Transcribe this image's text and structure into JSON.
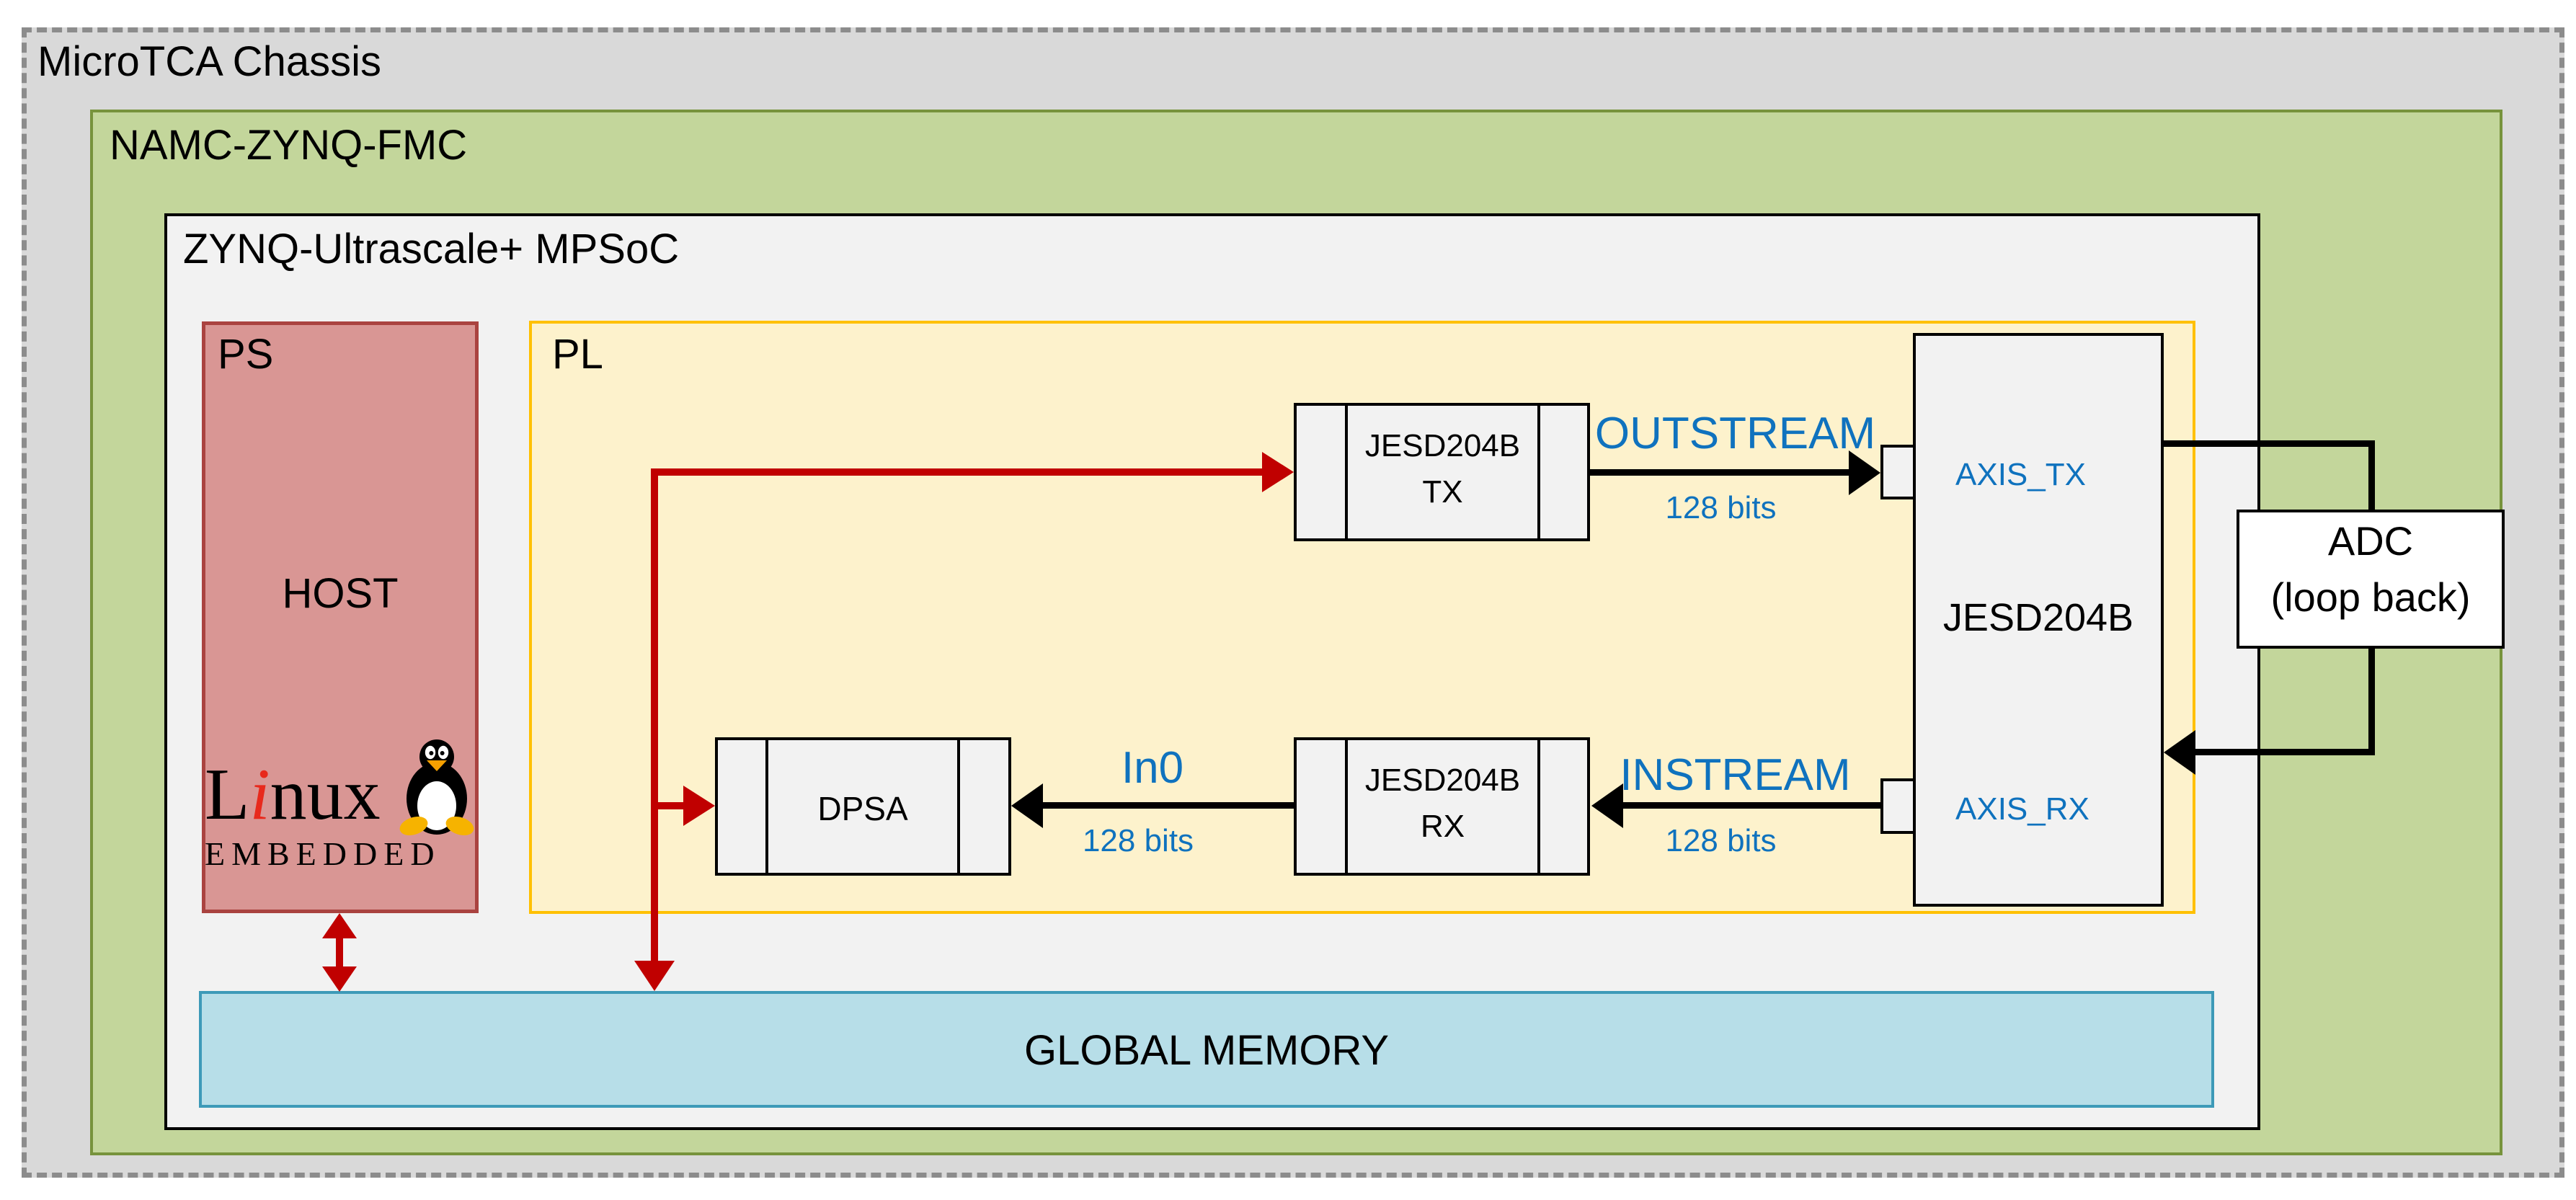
{
  "diagram": {
    "chassis": {
      "label": "MicroTCA Chassis"
    },
    "board": {
      "label": "NAMC-ZYNQ-FMC"
    },
    "soc": {
      "label": "ZYNQ-Ultrascale+ MPSoC"
    },
    "ps": {
      "label": "PS",
      "host_label": "HOST",
      "linux_logo": {
        "letter_l": "L",
        "letter_i": "i",
        "letters_rest": "nux",
        "subtitle": "EMBEDDED"
      }
    },
    "pl": {
      "label": "PL"
    },
    "blocks": {
      "jesd_tx": {
        "line1": "JESD204B",
        "line2": "TX"
      },
      "jesd_rx": {
        "line1": "JESD204B",
        "line2": "RX"
      },
      "dpsa": {
        "label": "DPSA"
      },
      "jesd_core": {
        "label": "JESD204B",
        "port_tx": "AXIS_TX",
        "port_rx": "AXIS_RX"
      },
      "adc": {
        "line1": "ADC",
        "line2": "(loop back)"
      },
      "global_memory": {
        "label": "GLOBAL MEMORY"
      }
    },
    "links": {
      "outstream": {
        "label": "OUTSTREAM",
        "width": "128 bits"
      },
      "instream": {
        "label": "INSTREAM",
        "width": "128 bits"
      },
      "in0": {
        "label": "In0",
        "width": "128 bits"
      }
    },
    "colors": {
      "chassis_fill": "#D9D9D9",
      "chassis_border": "#8C8C8C",
      "board_fill": "#C3D69B",
      "board_border": "#77933C",
      "soc_fill": "#F2F2F2",
      "soc_border": "#000000",
      "ps_fill": "#D99694",
      "ps_border": "#AA4340",
      "pl_fill": "#FDF2CC",
      "pl_border": "#FFC000",
      "block_fill": "#F2F2F2",
      "block_border": "#000000",
      "memory_fill": "#B7DEE8",
      "memory_border": "#3D9AB8",
      "arrow_red": "#C00000",
      "arrow_black": "#000000",
      "label_blue": "#0F72BE"
    }
  }
}
